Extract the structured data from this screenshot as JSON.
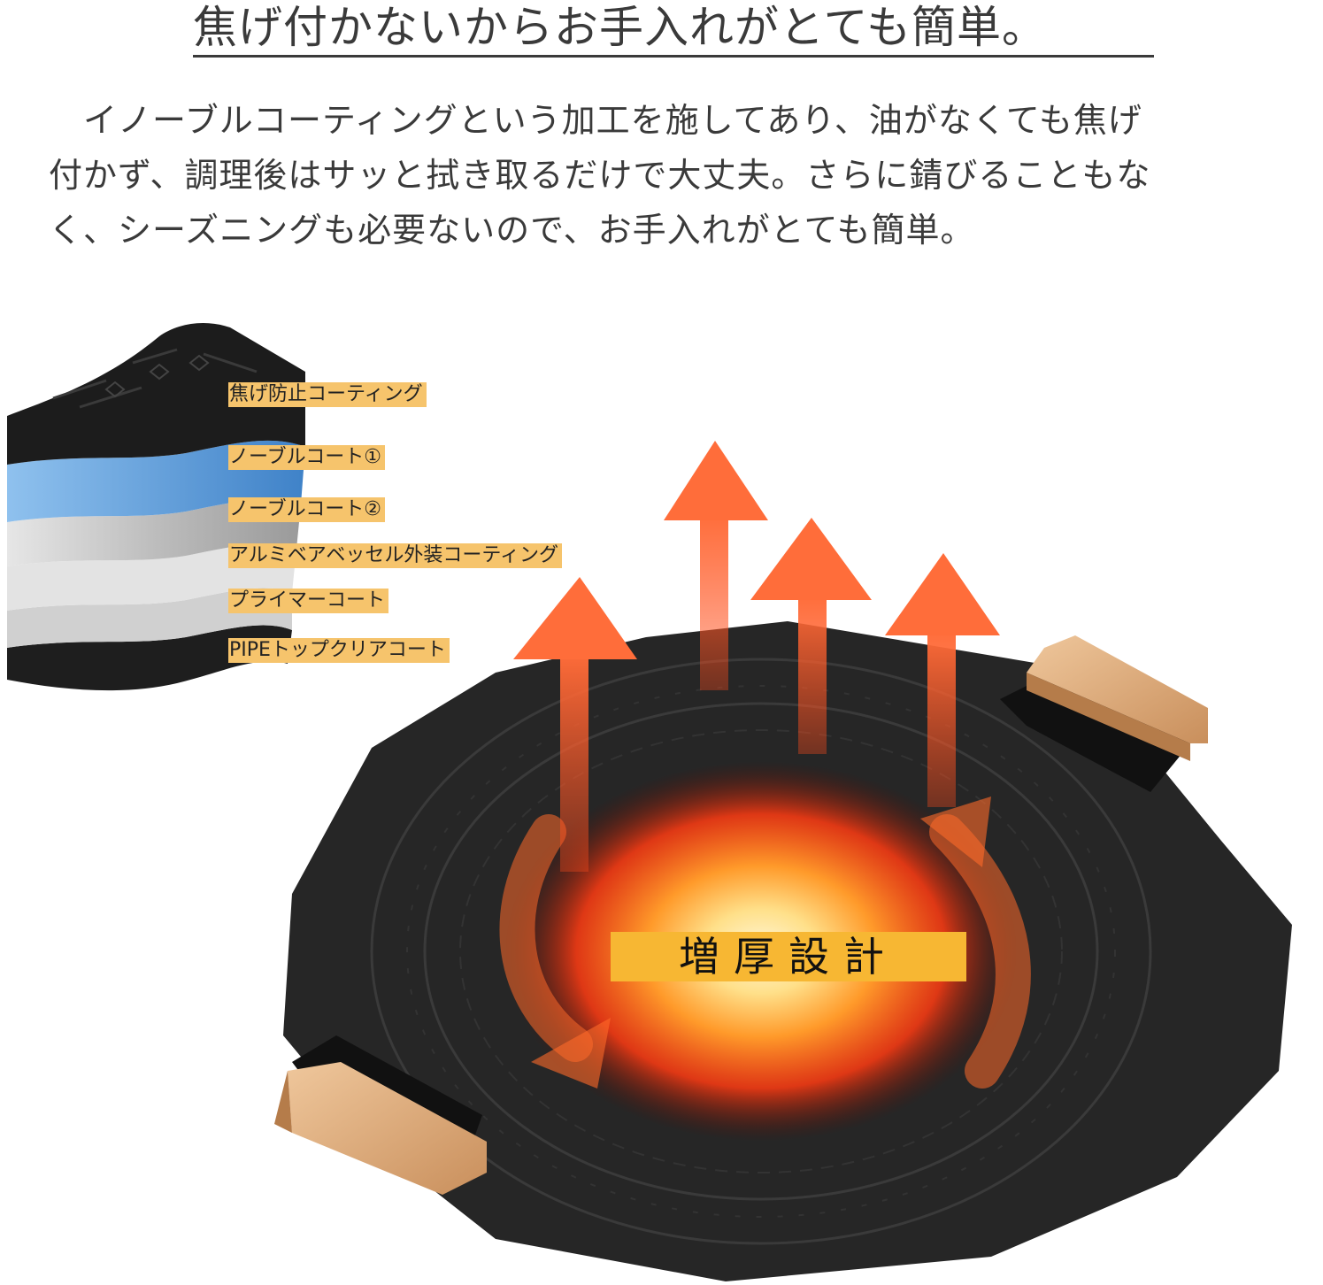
{
  "headline": "焦げ付かないからお手入れがとても簡単。",
  "paragraph": {
    "lines": [
      "　イノーブルコーティングという加工を施してあり、油がなくても焦げ",
      "付かず、調理後はサッと拭き取るだけで大丈夫。さらに錆びることもな",
      "く、シーズニングも必要ないので、お手入れがとても簡単。"
    ]
  },
  "layers": [
    {
      "label": "焦げ防止コーティング",
      "color": "#1c1c1c"
    },
    {
      "label": "ノーブルコート①",
      "color": "#5b9ad6"
    },
    {
      "label": "ノーブルコート②",
      "color": "#bfbfbf"
    },
    {
      "label": "アルミベアベッセル外装コーティング",
      "color": "#d9d9d9"
    },
    {
      "label": "プライマーコート",
      "color": "#c8c8c8"
    },
    {
      "label": "PIPEトップクリアコート",
      "color": "#1e1e1e"
    }
  ],
  "pan": {
    "center_label": "増厚設計",
    "body_color": "#262626",
    "heat_color": "#ff5a1f",
    "handle_color": "#d9a878"
  }
}
